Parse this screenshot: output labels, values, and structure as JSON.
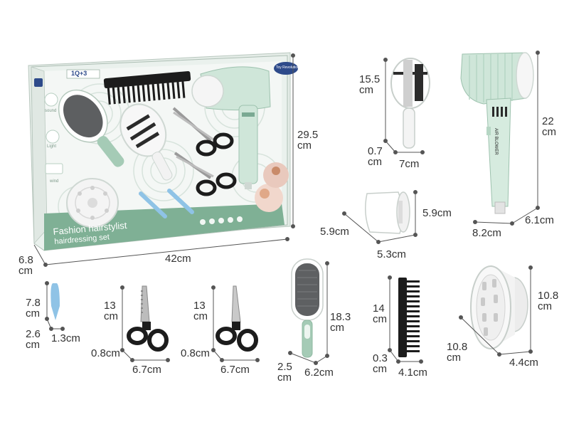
{
  "box": {
    "age_label": "1Q+3",
    "brand_badge": "Toy Revolution",
    "title": "Fashion hairstylist",
    "subtitle": "hairdressing set",
    "feature_sound": "sound",
    "feature_light": "Light",
    "feature_wind": "wind",
    "dryer_text": "AIR BLOWER"
  },
  "dimensions": {
    "box_height": "29.5\ncm",
    "box_width": "42cm",
    "box_depth": "6.8\ncm",
    "mirror_height": "15.5\ncm",
    "mirror_depth": "0.7\ncm",
    "mirror_width": "7cm",
    "dryer_height": "22\ncm",
    "dryer_width": "8.2cm",
    "dryer_depth": "6.1cm",
    "nozzle_height": "5.9cm",
    "nozzle_width": "5.9cm",
    "nozzle_depth": "5.3cm",
    "clip_height": "7.8\ncm",
    "clip_width": "2.6\ncm",
    "clip_depth": "1.3cm",
    "scissors1_height": "13\ncm",
    "scissors1_depth": "0.8cm",
    "scissors1_width": "6.7cm",
    "scissors2_height": "13\ncm",
    "scissors2_depth": "0.8cm",
    "scissors2_width": "6.7cm",
    "brush_height": "18.3\ncm",
    "brush_depth": "2.5\ncm",
    "brush_width": "6.2cm",
    "comb_height": "14\ncm",
    "comb_depth": "0.3\ncm",
    "comb_width": "4.1cm",
    "diffuser_height": "10.8\ncm",
    "diffuser_width": "10.8\ncm",
    "diffuser_depth": "4.4cm"
  },
  "colors": {
    "mint": "#cfe6d9",
    "mint_dark": "#8fbfa8",
    "box_green": "#7fb095",
    "handle": "#e9f3ee",
    "black": "#1c1c1c",
    "clip_blue": "#8fc3e6",
    "text": "#333333"
  }
}
